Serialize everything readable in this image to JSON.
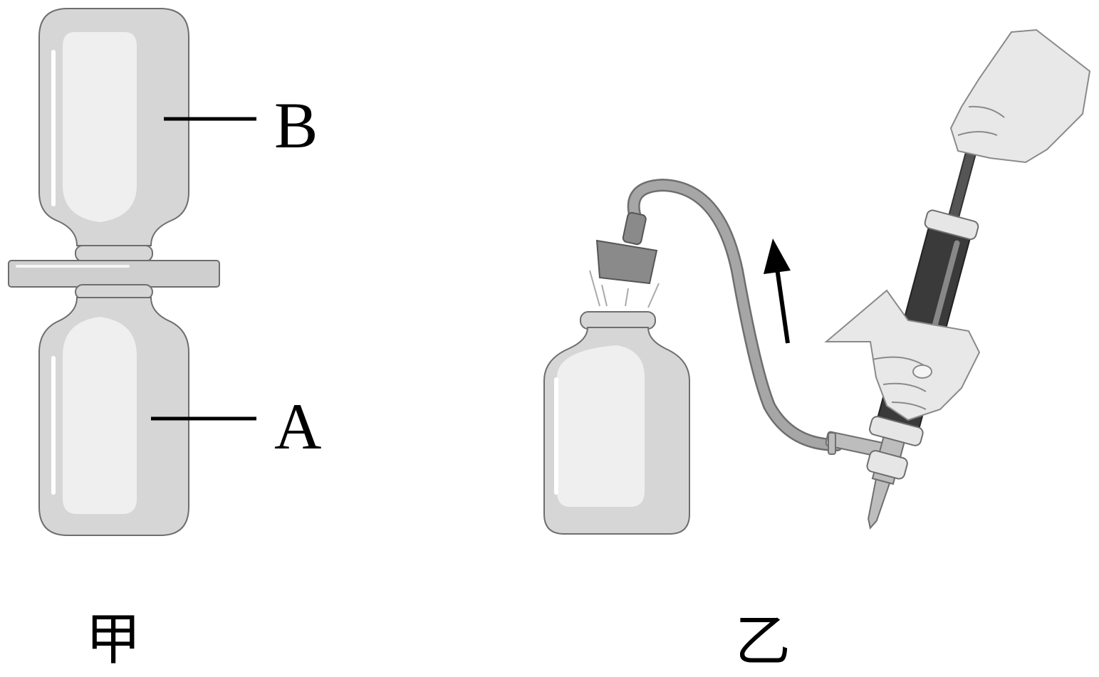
{
  "figure_jia": {
    "caption": "甲",
    "label_top_bottle": "B",
    "label_bottom_bottle": "A"
  },
  "figure_yi": {
    "caption": "乙"
  },
  "colors": {
    "bottle_fill": "#d6d6d6",
    "bottle_highlight": "#efefef",
    "outline": "#6e6e6e",
    "stopper": "#8a8a8a",
    "pump_barrel": "#3a3a3a",
    "hand": "#e8e8e8"
  }
}
